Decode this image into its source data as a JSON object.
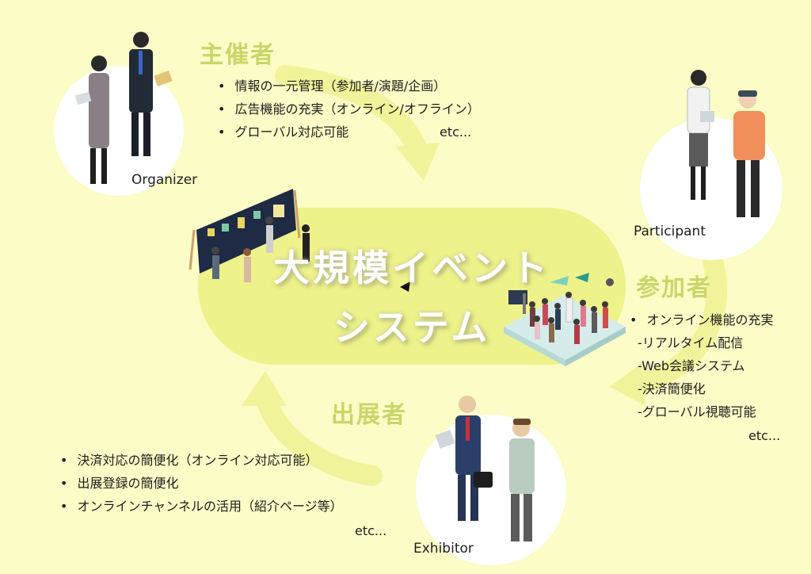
{
  "center": {
    "title_line1": "大規模イベント",
    "title_line2": "システム"
  },
  "organizer": {
    "title": "主催者",
    "caption": "Organizer",
    "items": [
      "情報の一元管理（参加者/演題/企画）",
      "広告機能の充実（オンライン/オフライン）",
      "グローバル対応可能"
    ],
    "etc": "etc..."
  },
  "participant": {
    "title": "参加者",
    "caption": "Participant",
    "main_item": "オンライン機能の充実",
    "sub_items": [
      "-リアルタイム配信",
      "-Web会議システム",
      "-決済簡便化",
      "-グローバル視聴可能"
    ],
    "etc": "etc..."
  },
  "exhibitor": {
    "title": "出展者",
    "caption": "Exhibitor",
    "items": [
      "決済対応の簡便化（オンライン対応可能）",
      "出展登録の簡便化",
      "オンラインチャンネルの活用（紹介ページ等）"
    ],
    "etc": "etc..."
  },
  "colors": {
    "background": "#fbfcc6",
    "center_pill": "#eef28a",
    "arrow": "#f1f39a",
    "role_title": "#c9d66a"
  }
}
